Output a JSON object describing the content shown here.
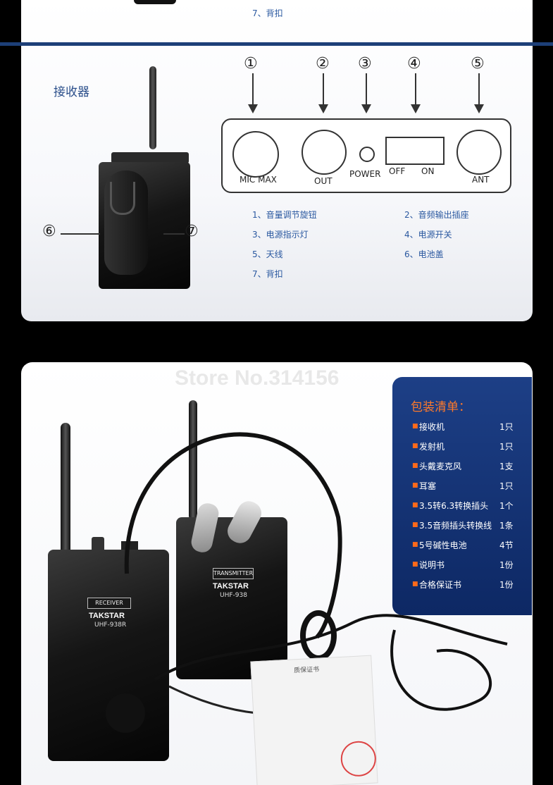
{
  "top": {
    "caption_item7": "7、背扣",
    "section_title": "接收器",
    "callouts": [
      "①",
      "②",
      "③",
      "④",
      "⑤",
      "⑥",
      "⑦"
    ],
    "panel": {
      "mic_max": "MIC MAX",
      "out": "OUT",
      "power": "POWER",
      "off": "OFF",
      "on": "ON",
      "ant": "ANT"
    },
    "legend": [
      "1、音量调节旋钮",
      "2、音频输出插座",
      "3、电源指示灯",
      "4、电源开关",
      "5、天线",
      "6、电池盖",
      "7、背扣"
    ]
  },
  "bottom": {
    "watermark": "Store No.314156",
    "receiver_plate": "RECEIVER",
    "receiver_brand": "TAKSTAR",
    "receiver_model": "UHF-938R",
    "transmitter_plate": "TRANSMITTER",
    "transmitter_brand": "TAKSTAR",
    "transmitter_model": "UHF-938",
    "pack_title": "包装清单：",
    "pack_items": [
      {
        "name": "接收机",
        "qty": "1只"
      },
      {
        "name": "发射机",
        "qty": "1只"
      },
      {
        "name": "头戴麦克风",
        "qty": "1支"
      },
      {
        "name": "耳塞",
        "qty": "1只"
      },
      {
        "name": "3.5转6.3转换插头",
        "qty": "1个"
      },
      {
        "name": "3.5音频插头转换线",
        "qty": "1条"
      },
      {
        "name": "5号碱性电池",
        "qty": "4节"
      },
      {
        "name": "说明书",
        "qty": "1份"
      },
      {
        "name": "合格保证书",
        "qty": "1份"
      }
    ],
    "warranty_card_text": "质保证书"
  },
  "colors": {
    "accent_blue": "#2a58a0",
    "pack_bg": "#1d3f86",
    "pack_title": "#ff7a2a"
  }
}
